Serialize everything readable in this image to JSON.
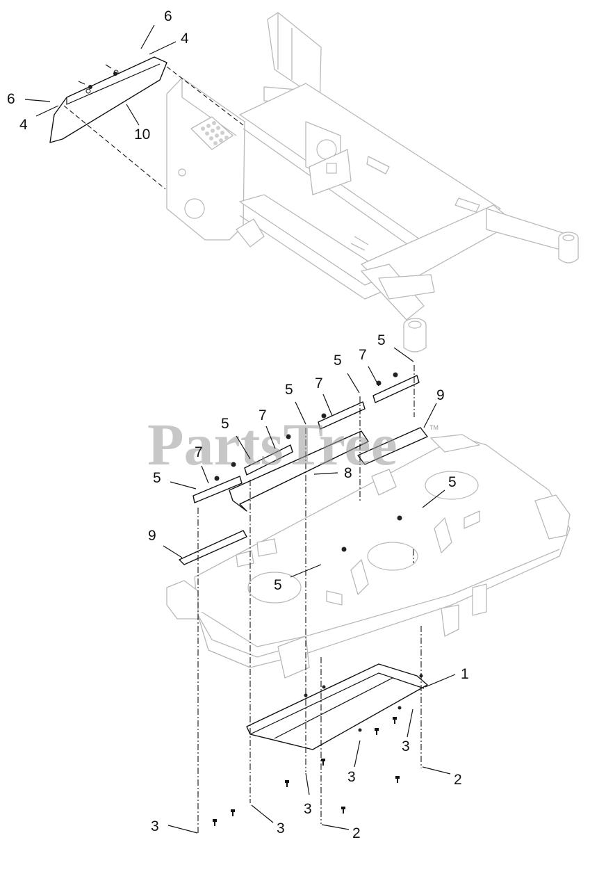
{
  "watermark": {
    "text": "PartsTree",
    "trademark": "TM"
  },
  "callouts": {
    "c1": "1",
    "c2a": "2",
    "c2b": "2",
    "c3a": "3",
    "c3b": "3",
    "c3c": "3",
    "c3d": "3",
    "c3e": "3",
    "c4a": "4",
    "c4b": "4",
    "c5a": "5",
    "c5b": "5",
    "c5c": "5",
    "c5d": "5",
    "c5e": "5",
    "c5f": "5",
    "c5g": "5",
    "c6a": "6",
    "c6b": "6",
    "c7a": "7",
    "c7b": "7",
    "c7c": "7",
    "c7d": "7",
    "c8": "8",
    "c9a": "9",
    "c9b": "9",
    "c10": "10"
  },
  "colors": {
    "line": "#111111",
    "frame": "#b9b9b9",
    "watermark": "#9a9a9a"
  }
}
